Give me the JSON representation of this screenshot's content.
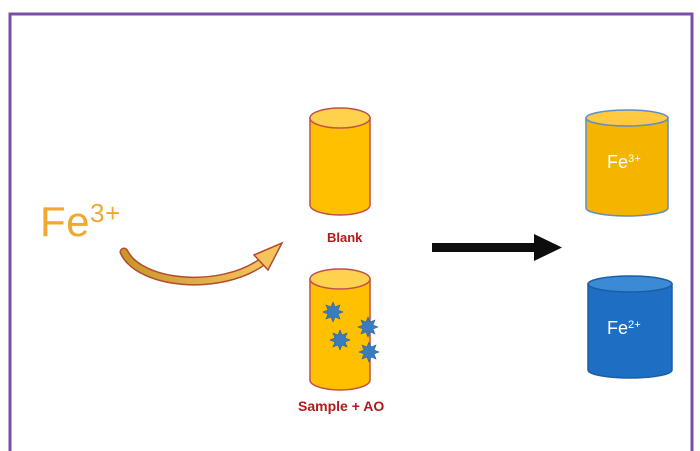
{
  "diagram": {
    "reactant": {
      "base": "Fe",
      "charge": "3+"
    },
    "blank_label": "Blank",
    "sample_label": "Sample + AO",
    "result_top": {
      "base": "Fe",
      "charge": "3+"
    },
    "result_bottom": {
      "base": "Fe",
      "charge": "2+"
    }
  },
  "colors": {
    "frame_border": "#7a4fa3",
    "reactant_text": "#f0a830",
    "cylinder_yellow": "#ffc000",
    "cylinder_yellow_outline": "#c0504d",
    "cylinder_gold": "#f5b400",
    "cylinder_gold_outline": "#5b8fc7",
    "cylinder_blue": "#1e6fc4",
    "cylinder_blue_top": "#3b8ad6",
    "antioxidant_star": "#3a7cc0",
    "label_red": "#b3181b",
    "arrow_black": "#0d0d0d",
    "curve_arrow": "#c0504d"
  }
}
